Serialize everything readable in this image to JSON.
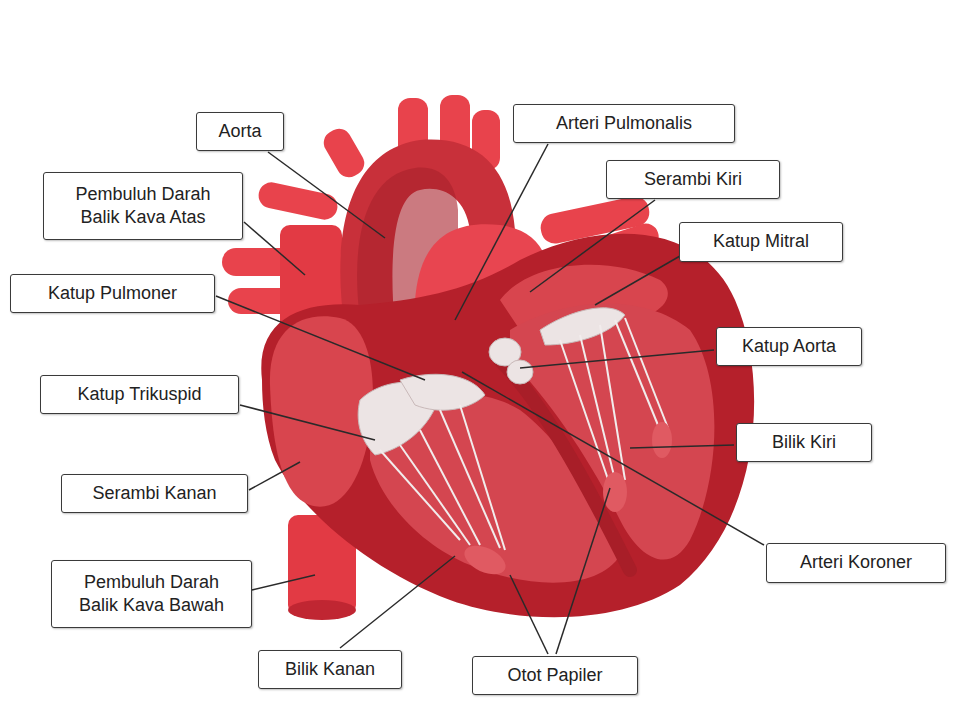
{
  "diagram": {
    "nodes": [
      {
        "text": [
          "Aorta"
        ]
      },
      {
        "text": [
          "Arteri Pulmonalis"
        ]
      },
      {
        "text": [
          "Pembuluh Darah Balik Kava Atas"
        ]
      },
      {
        "text": [
          "Serambi Kiri"
        ]
      },
      {
        "text": [
          "Katup Mitral"
        ]
      },
      {
        "text": [
          "Katup Pulmoner"
        ]
      },
      {
        "text": [
          "Katup Aorta"
        ]
      },
      {
        "text": [
          "Katup Trikuspid"
        ]
      },
      {
        "text": [
          "Bilik Kiri"
        ]
      },
      {
        "text": [
          "Serambi Kanan"
        ]
      },
      {
        "text": [
          "Arteri Koroner"
        ]
      },
      {
        "text": [
          "Pembuluh Darah Balik Kava Bawah"
        ]
      },
      {
        "text": [
          "Bilik Kanan"
        ]
      },
      {
        "text": [
          "Otot Papiler"
        ]
      }
    ]
  }
}
